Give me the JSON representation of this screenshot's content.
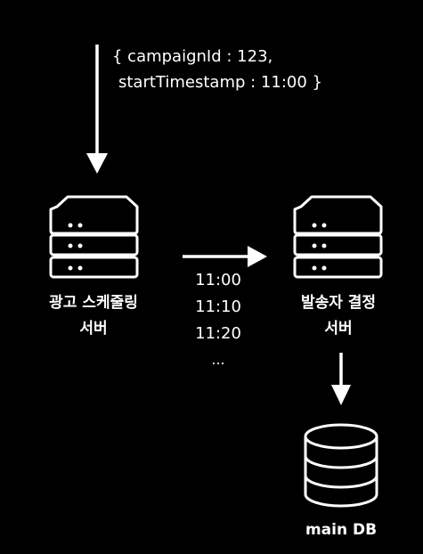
{
  "payload": {
    "line1": "{ campaignId : 123,",
    "line2": "startTimestamp : 11:00 }"
  },
  "scheduler_server": {
    "label_line1": "광고 스케줄링",
    "label_line2": "서버"
  },
  "sender_server": {
    "label_line1": "발송자 결정",
    "label_line2": "서버"
  },
  "times": [
    "11:00",
    "11:10",
    "11:20",
    "..."
  ],
  "main_db": {
    "label": "main DB"
  }
}
